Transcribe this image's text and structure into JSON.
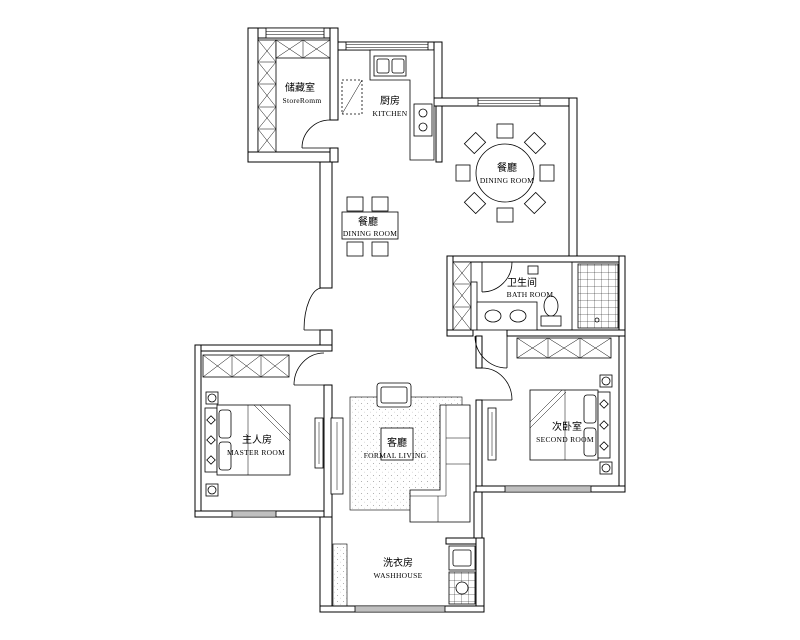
{
  "rooms": {
    "store_room": {
      "cn": "储藏室",
      "en": "StoreRomm"
    },
    "kitchen": {
      "cn": "厨房",
      "en": "KITCHEN"
    },
    "dining_room_round": {
      "cn": "餐廳",
      "en": "DINING ROOM"
    },
    "dining_room_small": {
      "cn": "餐廳",
      "en": "DINING ROOM"
    },
    "bath_room": {
      "cn": "卫生间",
      "en": "BATH ROOM"
    },
    "master_room": {
      "cn": "主人房",
      "en": "MASTER ROOM"
    },
    "formal_living": {
      "cn": "客廳",
      "en": "FORMAL LIVING"
    },
    "second_room": {
      "cn": "次卧室",
      "en": "SECOND ROOM"
    },
    "washhouse": {
      "cn": "洗衣房",
      "en": "WASHHOUSE"
    }
  },
  "colors": {
    "line": "#000000",
    "paper": "#ffffff",
    "carpet_dots": "#999999"
  }
}
